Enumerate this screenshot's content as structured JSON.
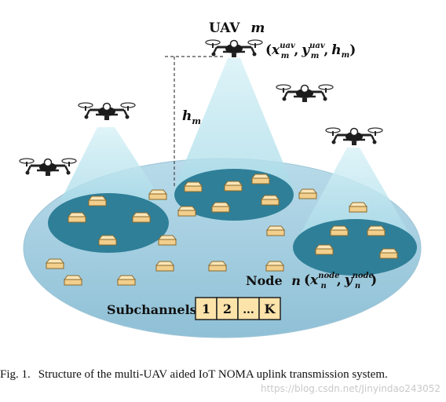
{
  "uav_label": "UAV",
  "uav_index": "m",
  "uav_coords": {
    "open": "(",
    "x": "x",
    "y": "y",
    "sub": "m",
    "sup": "uav",
    "h": "h",
    "close": ")",
    "sep": ","
  },
  "height_label": {
    "base": "h",
    "sub": "m"
  },
  "node_label": "Node",
  "node_index": "n",
  "node_coords": {
    "open": "(",
    "x": "x",
    "y": "y",
    "sub": "n",
    "sup": "node",
    "close": ")",
    "sep": ","
  },
  "subchannels": {
    "label": "Subchannels",
    "cells": [
      "1",
      "2",
      "...",
      "K"
    ]
  },
  "caption": {
    "label": "Fig. 1.",
    "text": "Structure of the multi-UAV aided IoT NOMA uplink transmission system."
  },
  "watermark": "https://blog.csdn.net/Jinyindao243052",
  "colors": {
    "ground_area": "#a9cfe1",
    "coverage_zone": "#2f7f98",
    "beam": "#bfe4ee",
    "device_fill": "#f6d9a0",
    "device_stroke": "#8a6a2c",
    "subchannel_fill": "#fbe3aa"
  }
}
